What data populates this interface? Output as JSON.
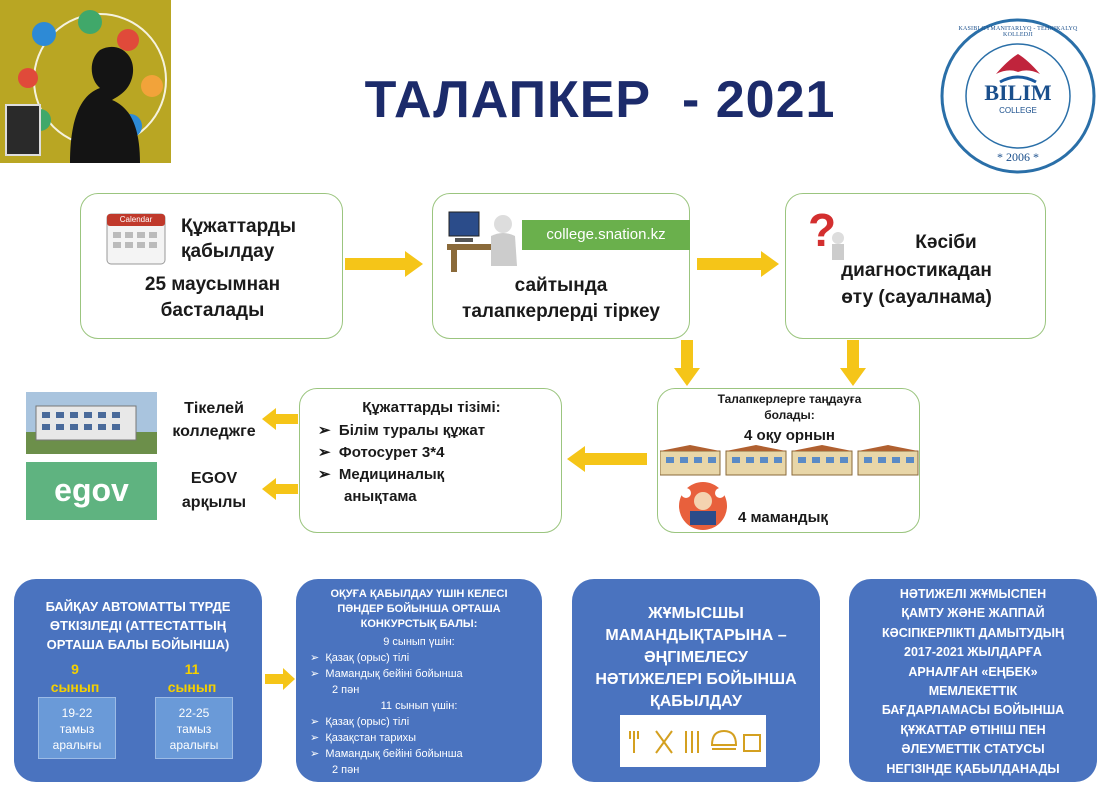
{
  "header": {
    "title": "ТАЛАПКЕР  - 2021"
  },
  "logo": {
    "ring_text": "KASIBI GYMANITARLYQ - TEHNIKALYQ KOLLEDJI",
    "name": "BILIM",
    "sub": "COLLEGE",
    "year": "* 2006 *"
  },
  "flow": {
    "documents": {
      "line1": "Құжаттарды",
      "line2": "қабылдау",
      "line3": "25 маусымнан",
      "line4": "басталады",
      "calendar_label": "Calendar"
    },
    "register": {
      "url": "college.snation.kz",
      "line1": "сайтында",
      "line2": "талапкерлерді тіркеу"
    },
    "diagnostics": {
      "line1": "Кәсіби",
      "line2": "диагностикадан",
      "line3": "өту (сауалнама)"
    },
    "doc_list": {
      "title": "Құжаттарды тізімі:",
      "items": [
        "Білім туралы құжат",
        "Фотосурет 3*4",
        "Медициналық",
        "анықтама"
      ]
    },
    "choose": {
      "line1": "Талапкерлерге таңдауға",
      "line2": "болады:",
      "places": "4 оқу орнын",
      "specialties": "4 мамандық"
    },
    "direct": {
      "line1": "Тікелей",
      "line2": "колледжге"
    },
    "egov": {
      "logo": "egov",
      "line1": "EGOV",
      "line2": "арқылы"
    }
  },
  "blue": {
    "auto": {
      "l1": "БАЙҚАУ АВТОМАТТЫ ТҮРДЕ",
      "l2": "ӨТКІЗІЛЕДІ (АТТЕСТАТТЫҢ",
      "l3": "ОРТАША БАЛЫ БОЙЫНША)",
      "g9": "9",
      "g9s": "сынып",
      "g11": "11",
      "g11s": "сынып",
      "d9a": "19-22",
      "d9b": "тамыз",
      "d9c": "аралығы",
      "d11a": "22-25",
      "d11b": "тамыз",
      "d11c": "аралығы"
    },
    "subjects": {
      "l1": "ОҚУҒА ҚАБЫЛДАУ ҮШІН КЕЛЕСІ",
      "l2": "ПӘНДЕР БОЙЫНША ОРТАША",
      "l3": "КОНКУРСТЫҚ  БАЛЫ:",
      "h9": "9 сынып үшін:",
      "i9a": "Қазақ (орыс) тілі",
      "i9b": "Мамандық бейіні бойынша",
      "i9c": "2 пән",
      "h11": "11 сынып үшін:",
      "i11a": "Қазақ (орыс) тілі",
      "i11b": "Қазақстан тарихы",
      "i11c": "Мамандық бейіні бойынша",
      "i11d": "2 пән"
    },
    "interview": {
      "l1": "ЖҰМЫСШЫ",
      "l2": "МАМАНДЫҚТАРЫНА –",
      "l3": "ӘҢГІМЕЛЕСУ",
      "l4": "НӘТИЖЕЛЕРІ БОЙЫНША",
      "l5": "ҚАБЫЛДАУ"
    },
    "enbek": {
      "l1": "НӘТИЖЕЛІ ЖҰМЫСПЕН",
      "l2": "ҚАМТУ ЖӘНЕ ЖАППАЙ",
      "l3": "КӘСІПКЕРЛІКТІ  ДАМЫТУДЫҢ",
      "l4": "2017-2021 ЖЫЛДАРҒА",
      "l5": "АРНАЛҒАН «ЕҢБЕК»",
      "l6": "МЕМЛЕКЕТТІК",
      "l7": "БАҒДАРЛАМАСЫ БОЙЫНША",
      "l8": "ҚҰЖАТТАР ӨТІНІШ ПЕН",
      "l9": "ӘЛЕУМЕТТІК СТАТУСЫ",
      "l10": "НЕГІЗІНДЕ ҚАБЫЛДАНАДЫ"
    }
  },
  "colors": {
    "title": "#1c2b6b",
    "arrow": "#f5c518",
    "blue_box": "#4a73bf",
    "green_border": "#9bc57f",
    "yellow_text": "#f5d000"
  }
}
